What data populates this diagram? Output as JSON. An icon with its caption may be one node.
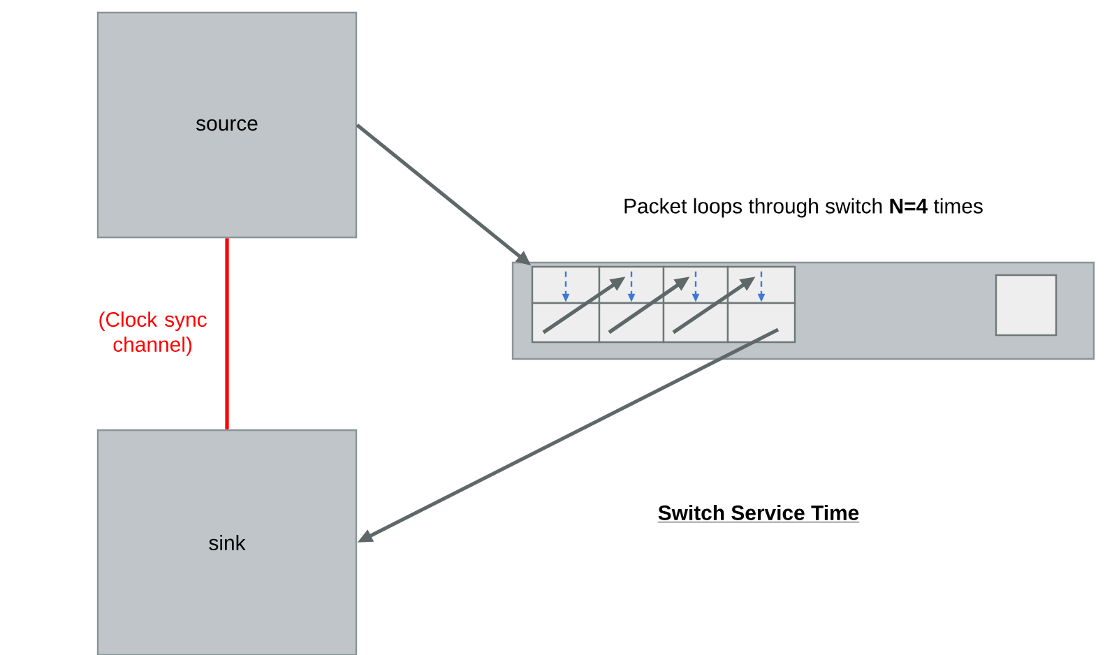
{
  "diagram": {
    "nodes": [
      {
        "text": [
          "source"
        ]
      },
      {
        "text": [
          "sink"
        ]
      },
      {
        "text": [
          "Packet loops through switch **N=4** times"
        ]
      },
      {
        "text": [],
        "shape": "box",
        "in": 2
      },
      {
        "text": [],
        "shape": "box",
        "in": 2
      },
      {
        "text": [],
        "shape": "box",
        "in": 2
      },
      {
        "text": [],
        "shape": "box",
        "in": 2
      },
      {
        "text": [],
        "shape": "box",
        "in": 2
      },
      {
        "text": [],
        "shape": "box",
        "in": 2
      },
      {
        "text": [],
        "shape": "box",
        "in": 2
      },
      {
        "text": [],
        "shape": "box",
        "in": 2
      },
      {
        "text": [],
        "shape": "box",
        "in": 2
      }
    ],
    "edges": [
      {
        "from": 0,
        "to": 3,
        "arrow": "to"
      },
      {
        "from": 0,
        "to": 1,
        "arrow": "none",
        "label": "(Clock sync channel)",
        "color": "#ff0000"
      },
      {
        "from": 3,
        "to": 7,
        "arrow": "to",
        "style": "dashed",
        "color": "#3c78d8"
      },
      {
        "from": 4,
        "to": 8,
        "arrow": "to",
        "style": "dashed",
        "color": "#3c78d8"
      },
      {
        "from": 5,
        "to": 9,
        "arrow": "to",
        "style": "dashed",
        "color": "#3c78d8"
      },
      {
        "from": 6,
        "to": 10,
        "arrow": "to",
        "style": "dashed",
        "color": "#3c78d8"
      },
      {
        "from": 7,
        "to": 4,
        "arrow": "to"
      },
      {
        "from": 8,
        "to": 5,
        "arrow": "to"
      },
      {
        "from": 9,
        "to": 6,
        "arrow": "to"
      },
      {
        "from": 10,
        "to": 1,
        "arrow": "to"
      }
    ],
    "labels": [
      "Switch Service Time"
    ]
  }
}
